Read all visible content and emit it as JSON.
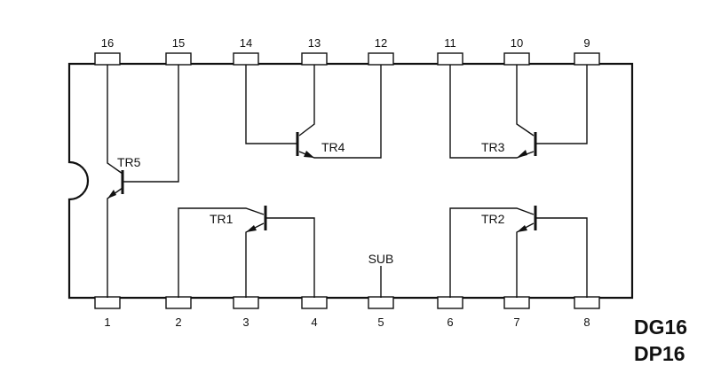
{
  "pins_top": [
    "16",
    "15",
    "14",
    "13",
    "12",
    "11",
    "10",
    "9"
  ],
  "pins_bottom": [
    "1",
    "2",
    "3",
    "4",
    "5",
    "6",
    "7",
    "8"
  ],
  "transistors": [
    "TR5",
    "TR4",
    "TR3",
    "TR1",
    "TR2"
  ],
  "substrate_label": "SUB",
  "part_numbers": [
    "DG16",
    "DP16"
  ]
}
